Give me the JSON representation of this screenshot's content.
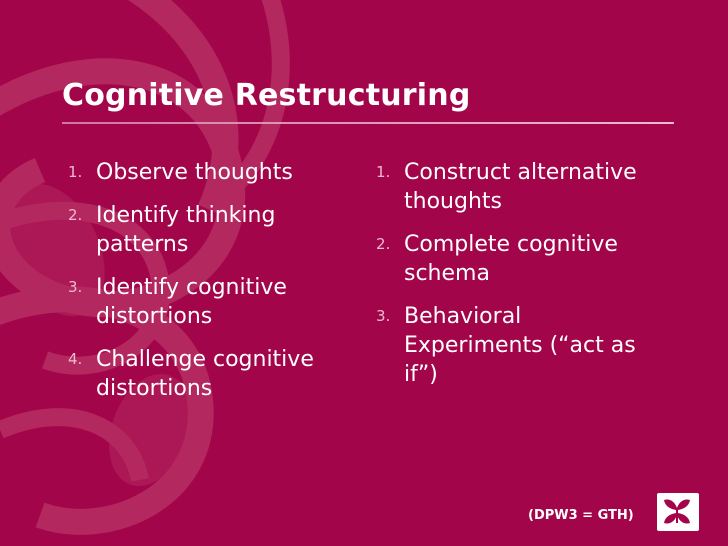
{
  "slide": {
    "title": "Cognitive Restructuring",
    "background_color": "#A3054A",
    "text_color": "#FFFFFF",
    "number_color": "#F0B9D0",
    "columns": [
      {
        "name": "left-column",
        "items": [
          {
            "number": "1.",
            "text": "Observe thoughts"
          },
          {
            "number": "2.",
            "text": "Identify thinking patterns"
          },
          {
            "number": "3.",
            "text": "Identify cognitive distortions"
          },
          {
            "number": "4.",
            "text": "Challenge cognitive distortions"
          }
        ]
      },
      {
        "name": "right-column",
        "items": [
          {
            "number": "1.",
            "text": "Construct alternative thoughts"
          },
          {
            "number": "2.",
            "text": "Complete cognitive schema"
          },
          {
            "number": "3.",
            "text": "Behavioral Experiments (“act as if”)"
          }
        ]
      }
    ],
    "footnote": "(DPW3 = GTH)",
    "logo_label": "university-crest-logo"
  }
}
